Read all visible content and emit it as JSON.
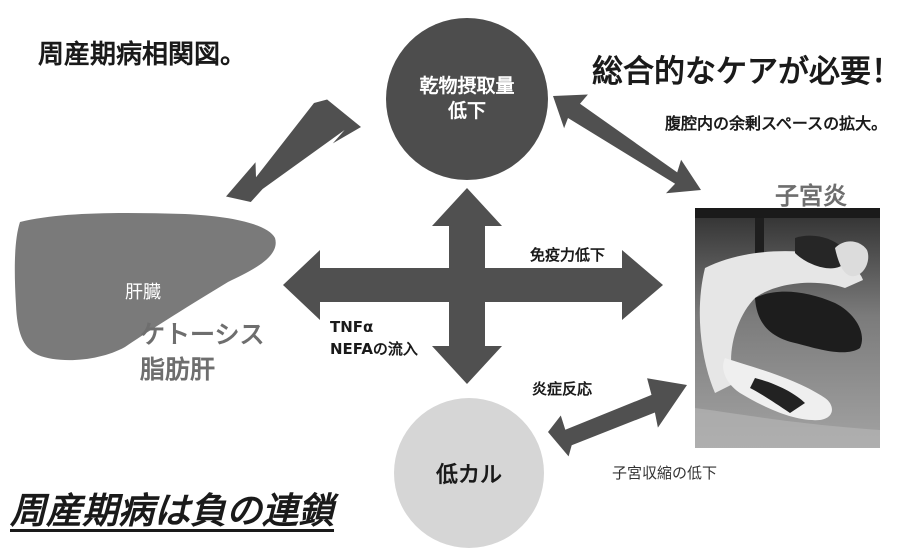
{
  "title": "周産期病相関図。",
  "headline": "総合的なケアが必要！",
  "footer_title": "周産期病は負の連鎖",
  "nodes": {
    "intake": {
      "line1": "乾物摂取量",
      "line2": "低下"
    },
    "liver": {
      "label": "肝臓",
      "condition_line1": "ケトーシス",
      "condition_line2": "脂肪肝"
    },
    "uterus": {
      "label": "子宮炎"
    },
    "hypocalcemia": {
      "label": "低カル"
    }
  },
  "annotations": {
    "abdominal_space": "腹腔内の余剰スペースの拡大。",
    "immunity": "免疫力低下",
    "tnf": "TNFα",
    "nefa": "NEFAの流入",
    "inflammation": "炎症反応",
    "uterine_contraction": "子宮収縮の低下"
  },
  "colors": {
    "arrow": "#505050",
    "intake_circle": "#4d4d4d",
    "liver": "#7a7a7a",
    "hypocalcemia_circle": "#d6d6d6",
    "text_dark": "#1a1a1a",
    "text_gray": "#6e6e6e",
    "text_light": "#ffffff"
  },
  "icons": {
    "cow_photo": "cow-lying-down-photo"
  }
}
